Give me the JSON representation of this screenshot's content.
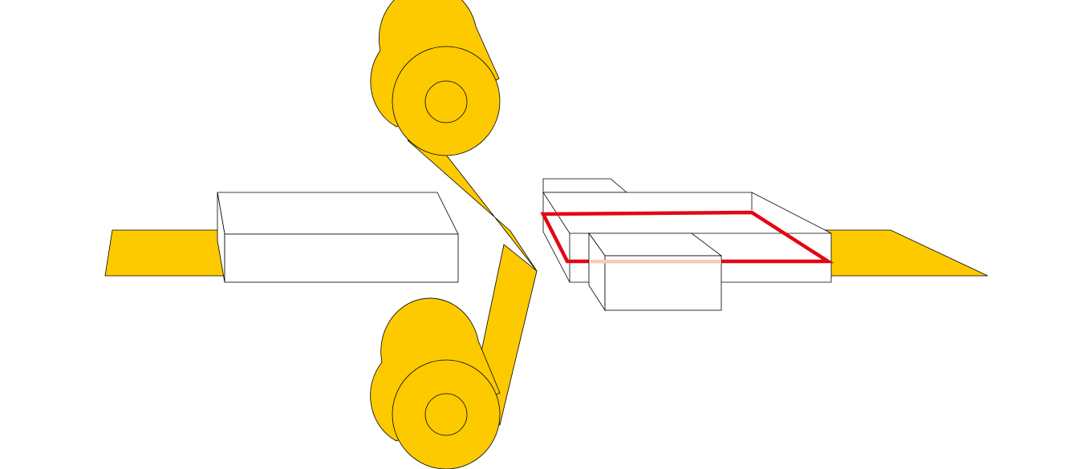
{
  "diagram": {
    "colors": {
      "tape": "#FDCA00",
      "outline": "#000000",
      "box_fill": "#FFFFFF",
      "frame_red": "#E30613",
      "frame_red_light": "#F6C9BD",
      "background": "#FFFFFF"
    },
    "components": [
      "left-input-strip",
      "left-block",
      "upper-roll",
      "lower-roll",
      "upper-film-band",
      "lower-film-band",
      "press-tool",
      "red-frame",
      "press-lower-block",
      "right-output-strip"
    ]
  }
}
